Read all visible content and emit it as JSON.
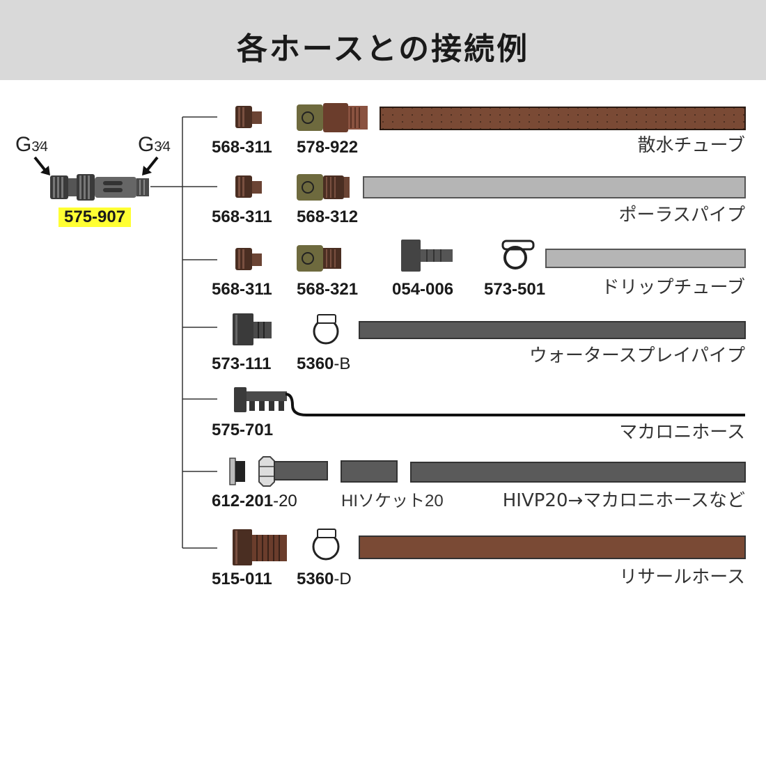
{
  "header": {
    "title": "各ホースとの接続例"
  },
  "main_connector": {
    "code": "575-907",
    "inlet_label": "G",
    "inlet_fraction": "3⁄4",
    "outlet_label": "G",
    "outlet_fraction": "3⁄4"
  },
  "rows": [
    {
      "hose": "散水チューブ",
      "parts": [
        "568-311",
        "578-922"
      ],
      "hose_color": "#7a4a35"
    },
    {
      "hose": "ポーラスパイプ",
      "parts": [
        "568-311",
        "568-312"
      ],
      "hose_color": "#b5b5b5"
    },
    {
      "hose": "ドリップチューブ",
      "parts": [
        "568-311",
        "568-321",
        "054-006",
        "573-501"
      ],
      "hose_color": "#b5b5b5"
    },
    {
      "hose": "ウォータースプレイパイプ",
      "parts": [
        "573-111",
        "5360",
        "-B"
      ],
      "hose_color": "#5a5a5a"
    },
    {
      "hose": "マカロニホース",
      "parts": [
        "575-701"
      ],
      "hose_color": "#111111"
    },
    {
      "hose": "HIVP20→マカロニホースなど",
      "parts": [
        "612-201",
        "-20",
        "HIソケット20"
      ],
      "hose_color": "#5a5a5a"
    },
    {
      "hose": "リサールホース",
      "parts": [
        "515-011",
        "5360",
        "-D"
      ],
      "hose_color": "#7a4a35"
    }
  ]
}
